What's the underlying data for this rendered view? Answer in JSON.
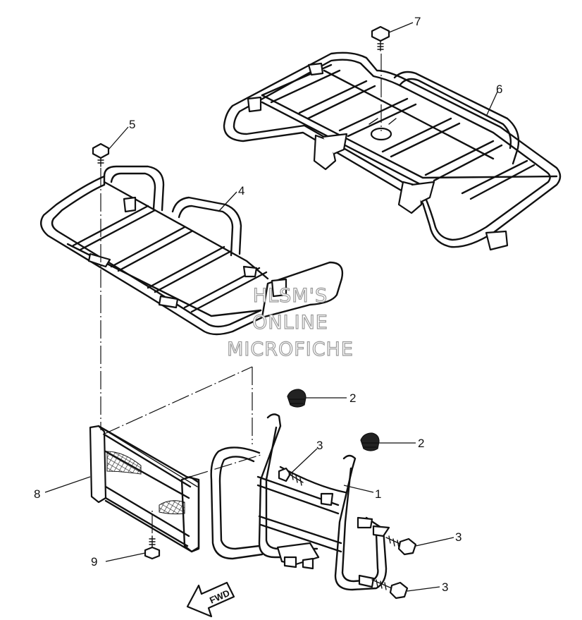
{
  "callouts": {
    "c1": "1",
    "c2a": "2",
    "c2b": "2",
    "c3a": "3",
    "c3b": "3",
    "c3c": "3",
    "c4": "4",
    "c5": "5",
    "c6": "6",
    "c7": "7",
    "c8": "8",
    "c9": "9"
  },
  "watermark": {
    "line1": "HLSM'S",
    "line2": "ONLINE",
    "line3": "MICROFICHE"
  },
  "direction_arrow": {
    "label": "FWD"
  }
}
